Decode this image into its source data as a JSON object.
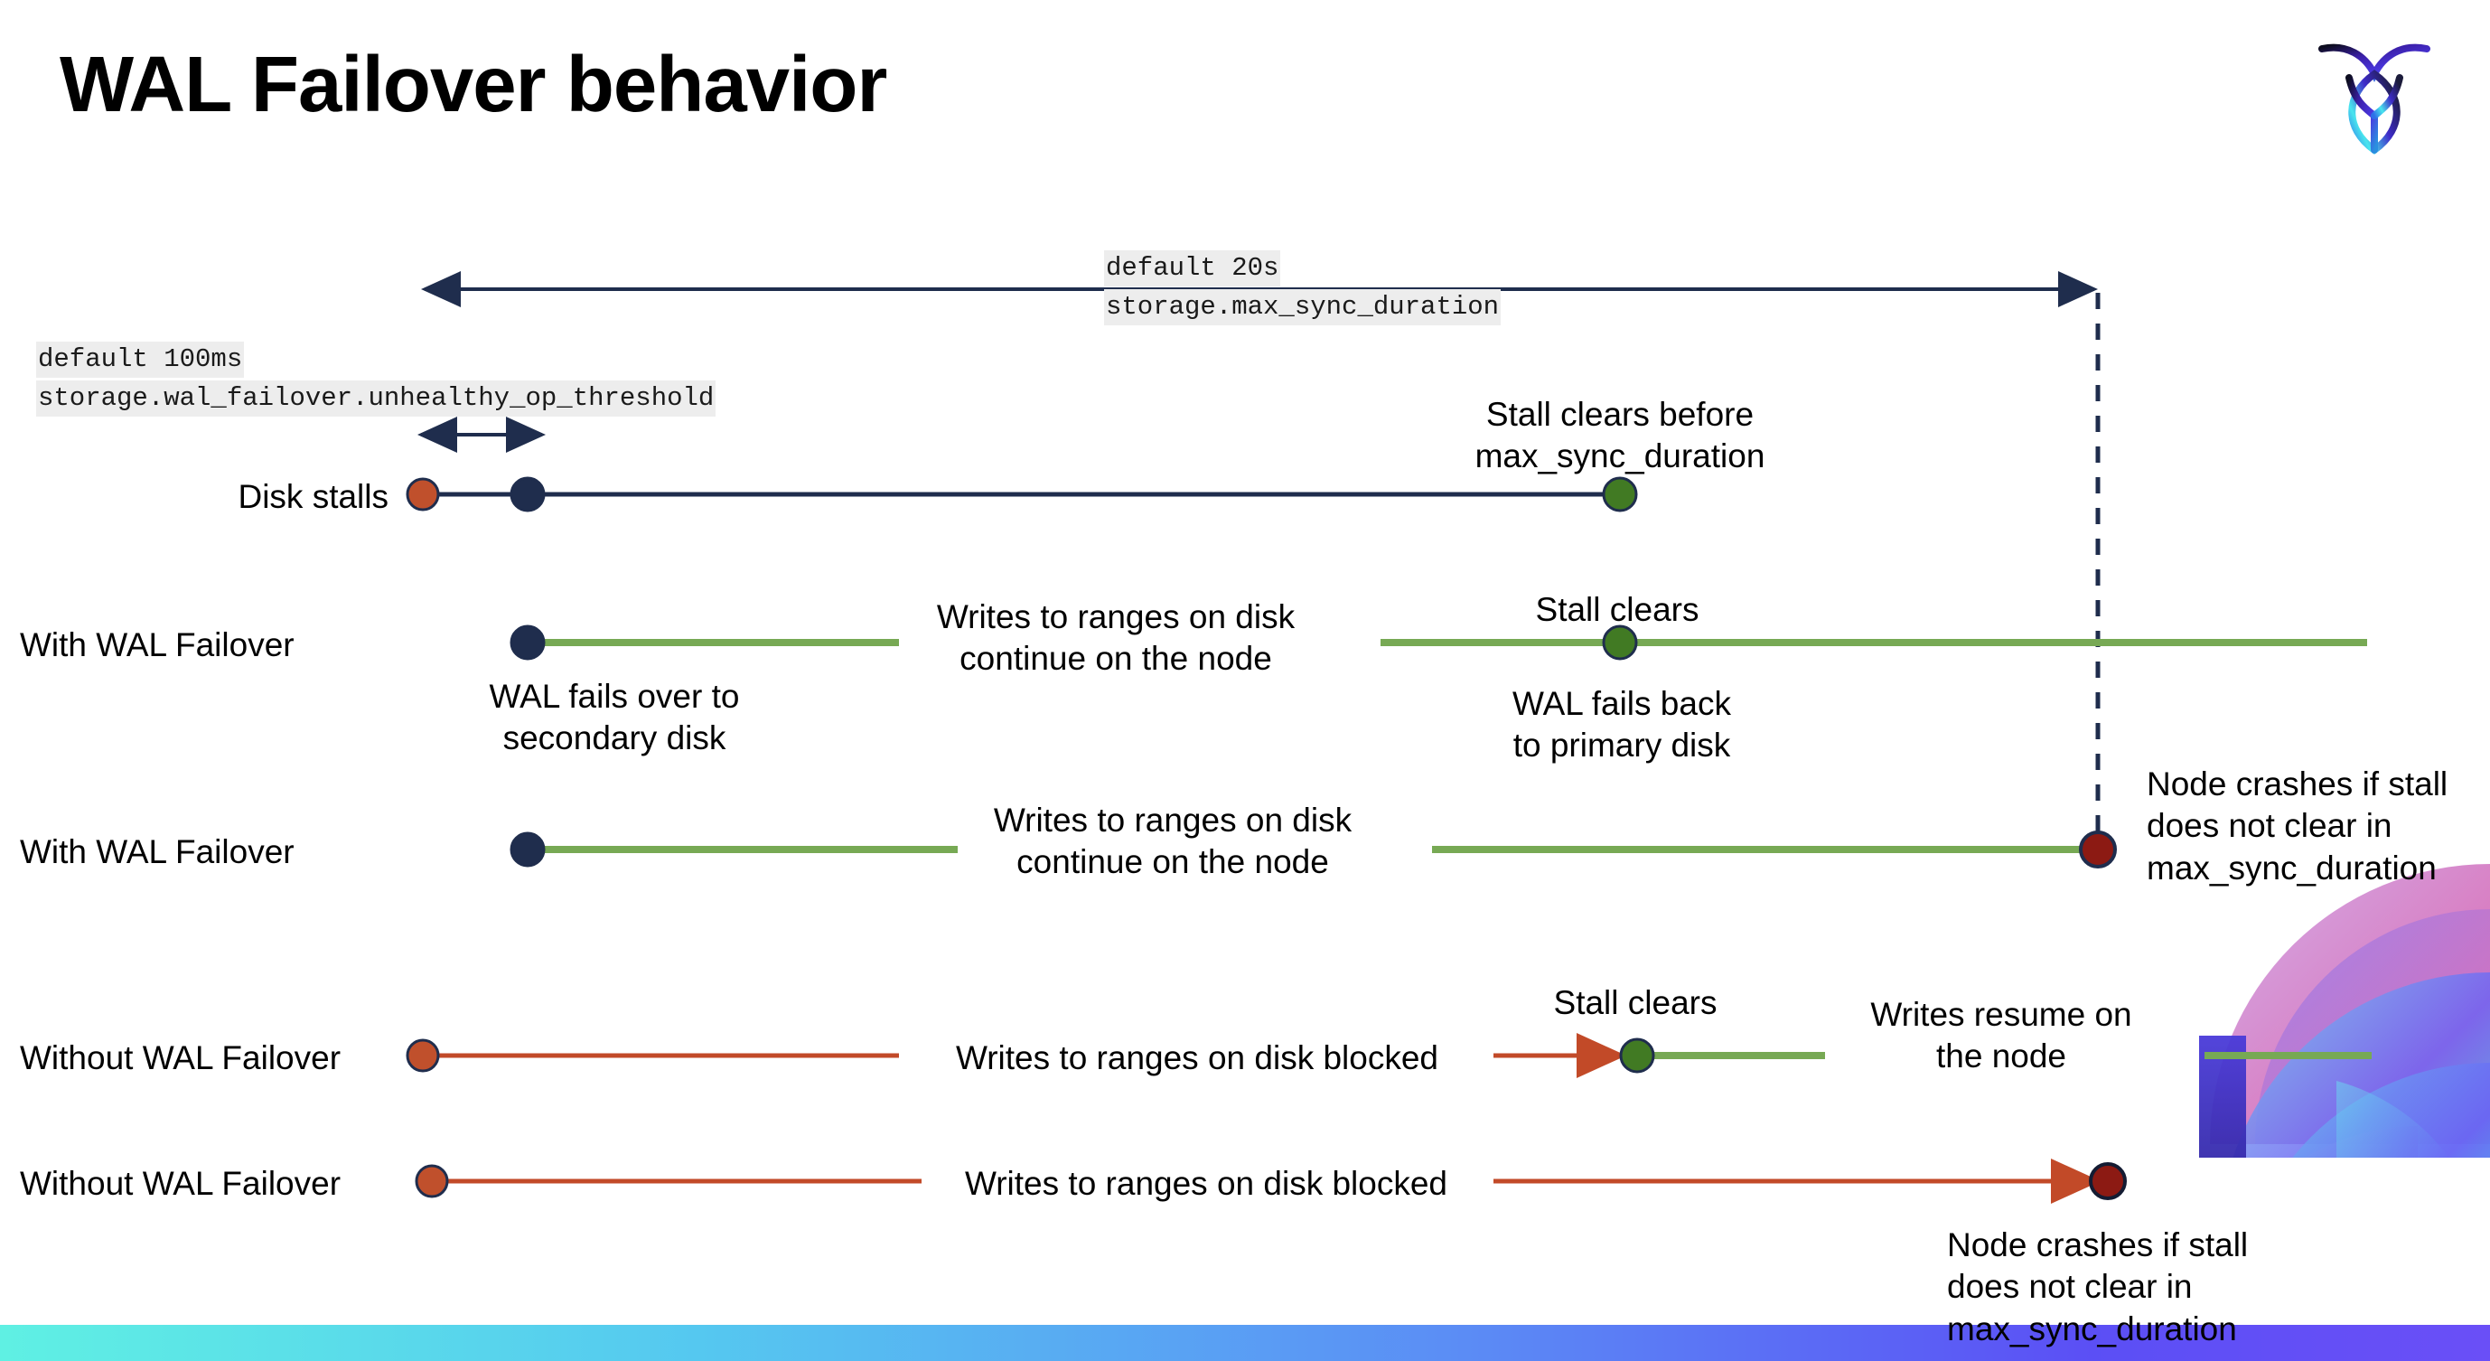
{
  "slide": {
    "title": "WAL Failover behavior",
    "logo_icon": "cockroachdb-logo-icon"
  },
  "annotations": {
    "max_sync": {
      "default": "default 20s",
      "setting": "storage.max_sync_duration"
    },
    "unhealthy_threshold": {
      "default": "default 100ms",
      "setting": "storage.wal_failover.unhealthy_op_threshold"
    }
  },
  "rows": [
    {
      "label": "Disk stalls",
      "notes": [
        "Stall clears before\nmax_sync_duration"
      ]
    },
    {
      "label": "With WAL Failover",
      "notes": [
        "Writes to ranges on disk\ncontinue on the node",
        "Stall clears",
        "WAL fails over to\nsecondary disk",
        "WAL fails  back\nto primary disk"
      ]
    },
    {
      "label": "With WAL Failover",
      "notes": [
        "Writes to ranges on disk\ncontinue on the node",
        "Node crashes if stall\ndoes not clear in\nmax_sync_duration"
      ]
    },
    {
      "label": "Without WAL Failover",
      "notes": [
        "Writes to ranges on disk  blocked",
        "Stall clears",
        "Writes resume on\nthe node"
      ]
    },
    {
      "label": "Without WAL Failover",
      "notes": [
        "Writes to ranges on disk  blocked",
        "Node crashes if stall\ndoes not clear in\nmax_sync_duration"
      ]
    }
  ],
  "colors": {
    "navy": "#1f2d4d",
    "green_line": "#77a954",
    "green_dot": "#417a23",
    "red_line": "#c24a28",
    "red_dot": "#c0502c",
    "dark_red_dot": "#8c1a13",
    "code_bg": "#ededed",
    "bottom_gradient_start": "#5ff0e3",
    "bottom_gradient_end": "#6a4ff7"
  }
}
